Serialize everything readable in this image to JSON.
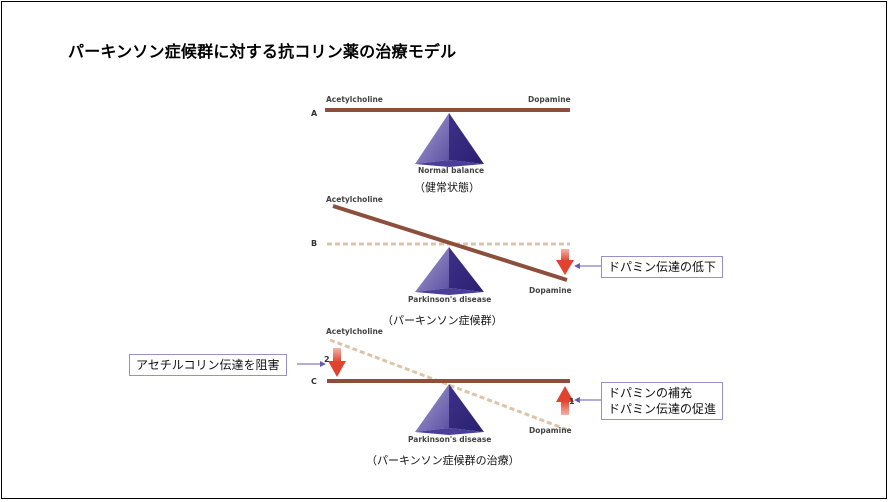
{
  "title": "パーキンソン症候群に対する抗コリン薬の治療モデル",
  "panels": {
    "a": {
      "section": "A",
      "left_label": "Acetylcholine",
      "right_label": "Dopamine",
      "fulcrum_label": "Normal balance",
      "caption": "（健常状態）"
    },
    "b": {
      "section": "B",
      "left_label": "Acetylcholine",
      "right_label": "Dopamine",
      "fulcrum_label": "Parkinson's disease",
      "caption": "（パーキンソン症候群）"
    },
    "c": {
      "section": "C",
      "left_label": "Acetylcholine",
      "right_label": "Dopamine",
      "fulcrum_label": "Parkinson's disease",
      "caption": "（パーキンソン症候群の治療）",
      "marker_left": "2",
      "marker_right": "1"
    }
  },
  "callouts": {
    "dopamine_decrease": "ドパミン伝達の低下",
    "block_ach": "アセチルコリン伝達を阻害",
    "supplement_line1": "ドパミンの補充",
    "supplement_line2": "ドパミン伝達の促進"
  },
  "colors": {
    "beam": "#8b4f3c",
    "beam_ghost": "#dcc4a8",
    "fulcrum_light": "#8b84bd",
    "fulcrum_dark": "#3b2f86",
    "arrow_red": "#e0432f",
    "callout_border": "#9b8fc8",
    "connector": "#6a5ab8"
  }
}
